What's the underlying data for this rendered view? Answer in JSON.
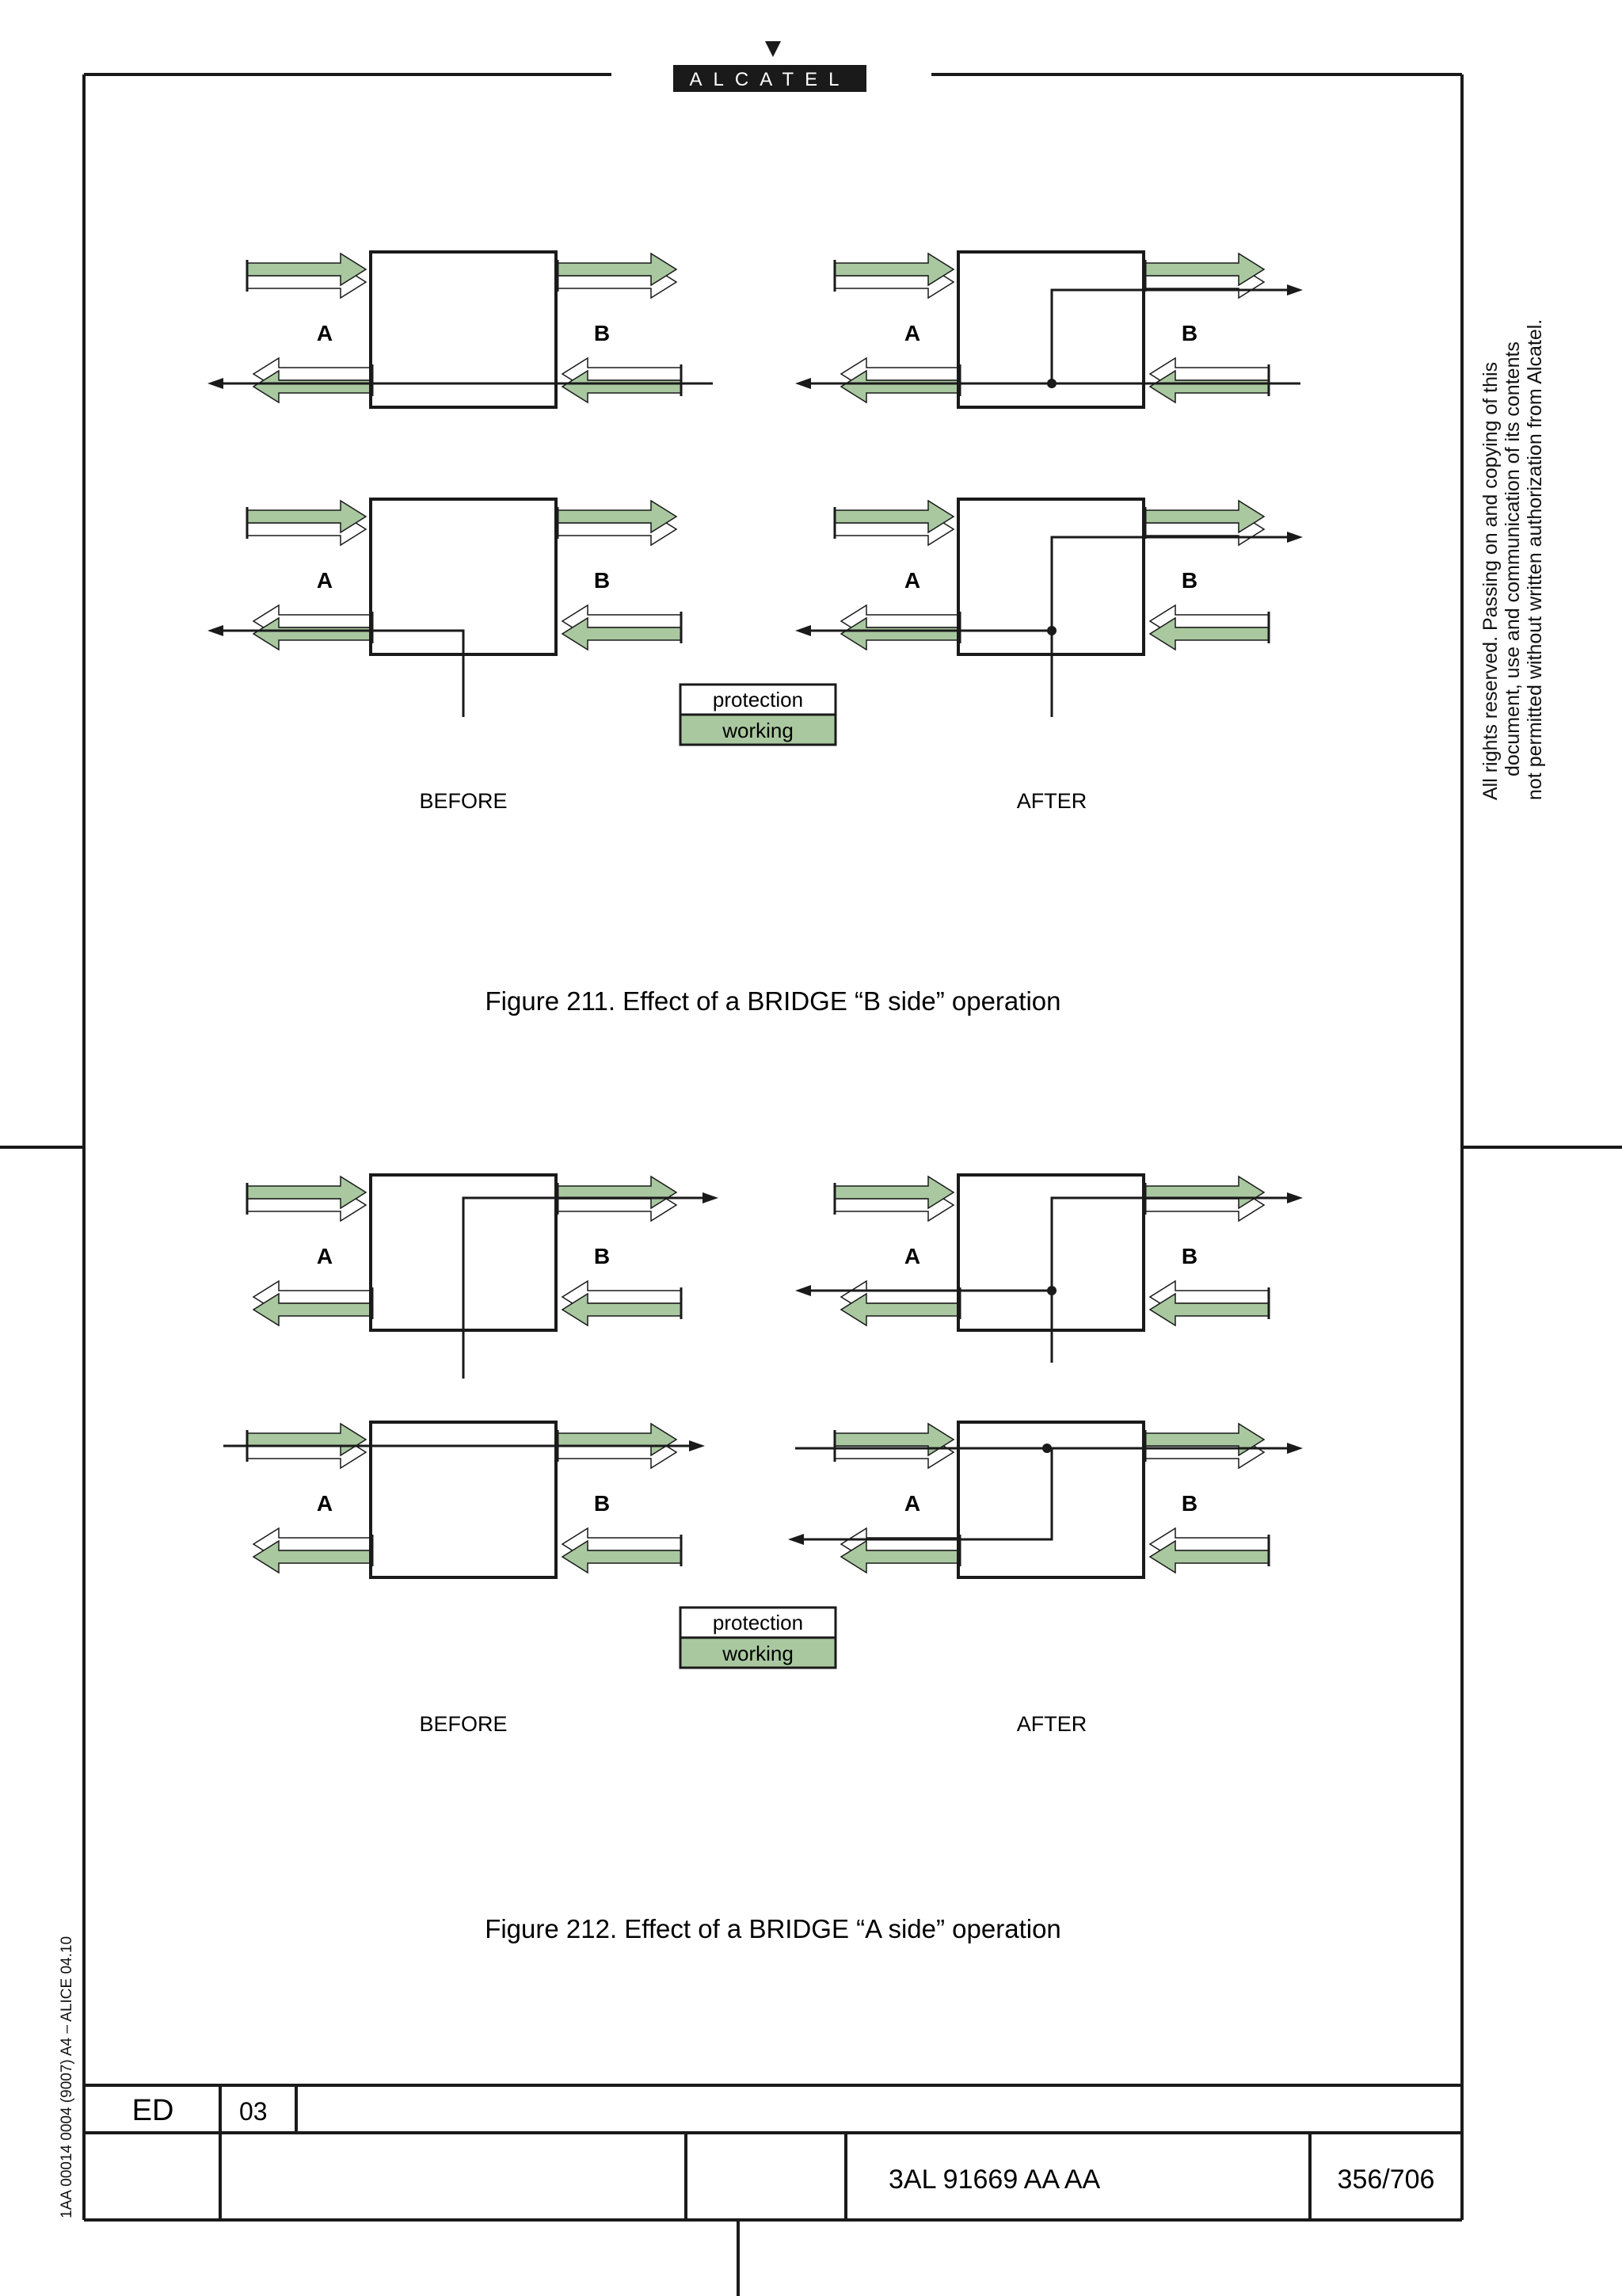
{
  "header": {
    "logo_text": "ALCATEL"
  },
  "copyright": {
    "lines": [
      "All rights reserved. Passing on and copying of this",
      "document, use and communication of its contents",
      "not permitted without written authorization from Alcatel."
    ]
  },
  "side_code": "1AA 00014 0004 (9007) A4 – ALICE 04.10",
  "figures": [
    {
      "caption": "Figure 211. Effect of a BRIDGE “B side” operation",
      "legend": {
        "protection": "protection",
        "working": "working"
      },
      "before_label": "BEFORE",
      "after_label": "AFTER",
      "port_a": "A",
      "port_b": "B"
    },
    {
      "caption": "Figure 212. Effect of a BRIDGE “A side” operation",
      "legend": {
        "protection": "protection",
        "working": "working"
      },
      "before_label": "BEFORE",
      "after_label": "AFTER",
      "port_a": "A",
      "port_b": "B"
    }
  ],
  "footer": {
    "ed_label": "ED",
    "ed_value": "03",
    "doc_number": "3AL 91669 AA  AA",
    "page": "356/706"
  },
  "colors": {
    "working": "#a9c8a0",
    "protection": "#ffffff",
    "line": "#1a1a1a"
  }
}
